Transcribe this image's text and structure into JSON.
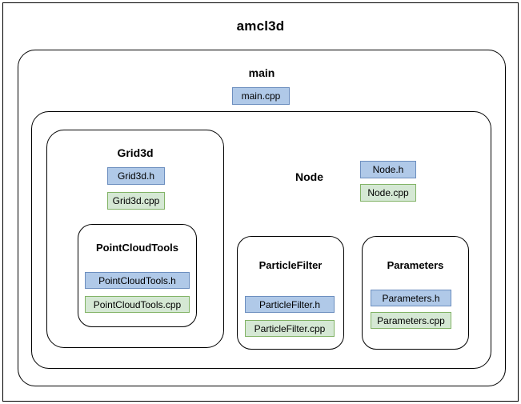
{
  "diagram": {
    "title": "amcl3d",
    "type": "package-structure-diagram",
    "packages": {
      "main": {
        "label": "main"
      },
      "node": {
        "label": "Node"
      },
      "grid3d": {
        "label": "Grid3d"
      },
      "pointcloudtools": {
        "label": "PointCloudTools"
      },
      "particlefilter": {
        "label": "ParticleFilter"
      },
      "parameters": {
        "label": "Parameters"
      }
    },
    "files": {
      "main_cpp": "main.cpp",
      "grid3d_h": "Grid3d.h",
      "grid3d_cpp": "Grid3d.cpp",
      "pointcloudtools_h": "PointCloudTools.h",
      "pointcloudtools_cpp": "PointCloudTools.cpp",
      "node_h": "Node.h",
      "node_cpp": "Node.cpp",
      "particlefilter_h": "ParticleFilter.h",
      "particlefilter_cpp": "ParticleFilter.cpp",
      "parameters_h": "Parameters.h",
      "parameters_cpp": "Parameters.cpp"
    },
    "colors": {
      "header_fill": "#b0c9e8",
      "header_stroke": "#6c8ebf",
      "source_fill": "#d5e8d4",
      "source_stroke": "#82b366",
      "container_stroke": "#000000",
      "background": "#ffffff"
    }
  }
}
